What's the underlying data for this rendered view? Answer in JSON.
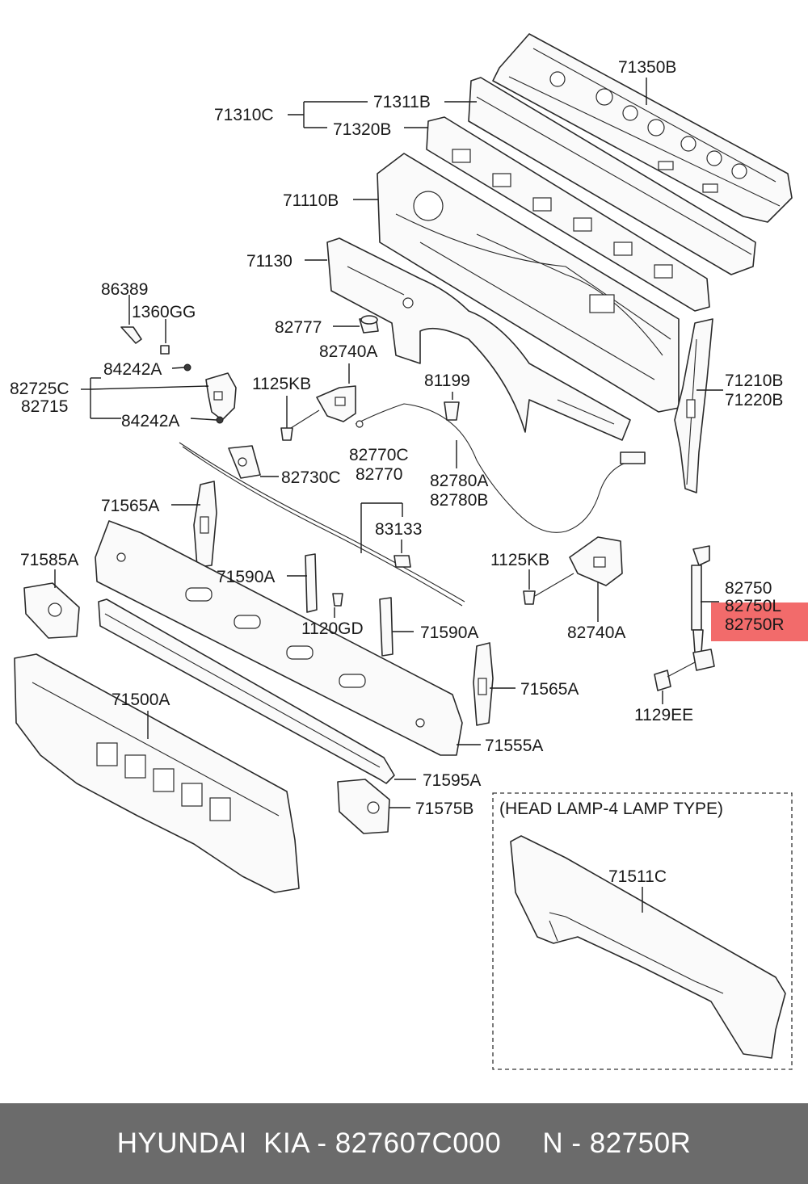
{
  "diagram": {
    "labels": {
      "p71350B": "71350B",
      "p71311B": "71311B",
      "p71310C": "71310C",
      "p71320B": "71320B",
      "p71110B": "71110B",
      "p71130": "71130",
      "p86389": "86389",
      "p1360GG": "1360GG",
      "p82777": "82777",
      "p82740A_top": "82740A",
      "p84242A_top": "84242A",
      "p82725C": "82725C",
      "p82715": "82715",
      "p84242A_bot": "84242A",
      "p1125KB_top": "1125KB",
      "p81199": "81199",
      "p71210B": "71210B",
      "p71220B": "71220B",
      "p82730C": "82730C",
      "p82770C": "82770C",
      "p82770": "82770",
      "p82780A": "82780A",
      "p82780B": "82780B",
      "p71565A_top": "71565A",
      "p83133": "83133",
      "p1125KB_mid": "1125KB",
      "p71585A": "71585A",
      "p71590A_left": "71590A",
      "p82750": "82750",
      "p82750L": "82750L",
      "p82750R": "82750R",
      "p1120GD": "1120GD",
      "p71590A_right": "71590A",
      "p82740A_bot": "82740A",
      "p71565A_right": "71565A",
      "p1129EE": "1129EE",
      "p71500A": "71500A",
      "p71555A": "71555A",
      "p71595A": "71595A",
      "p71575B": "71575B",
      "head_lamp_note": "(HEAD LAMP-4 LAMP TYPE)",
      "p71511C": "71511C"
    },
    "highlight_color": "#f26b6b"
  },
  "footer": {
    "text": "HYUNDAI  KIA - 827607C000     N - 82750R",
    "background": "#6b6b6b"
  }
}
